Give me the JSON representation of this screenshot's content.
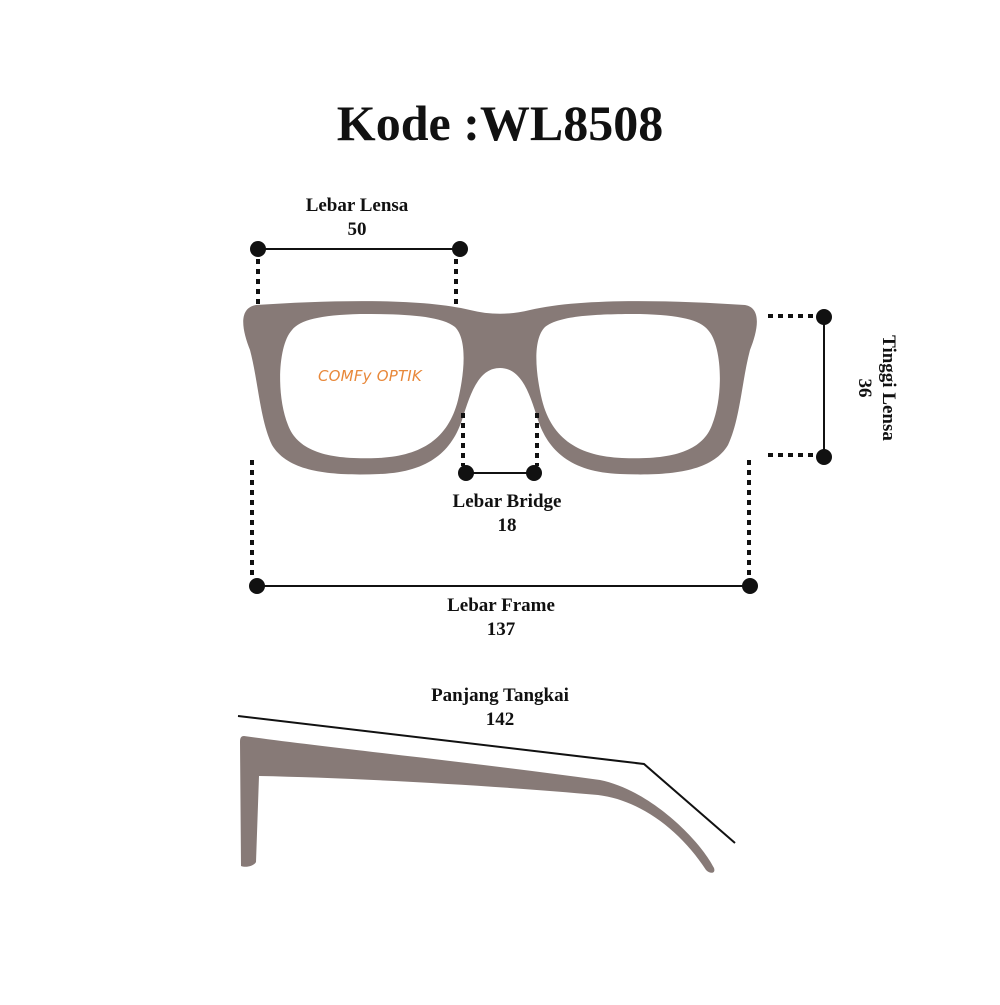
{
  "title": "Kode :WL8508",
  "brand_watermark": "COMFy OPTIK",
  "colors": {
    "frame": "#877a77",
    "ink": "#111111",
    "watermark": "#e8883a",
    "background": "#ffffff"
  },
  "measurements": {
    "lens_width": {
      "label": "Lebar Lensa",
      "value": "50"
    },
    "lens_height": {
      "label": "Tinggi Lensa",
      "value": "36"
    },
    "bridge_width": {
      "label": "Lebar Bridge",
      "value": "18"
    },
    "frame_width": {
      "label": "Lebar Frame",
      "value": "137"
    },
    "temple_length": {
      "label": "Panjang Tangkai",
      "value": "142"
    }
  }
}
